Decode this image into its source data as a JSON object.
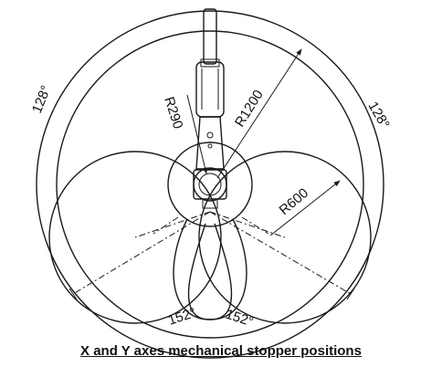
{
  "labels": {
    "r290": "R290",
    "r1200": "R1200",
    "r600": "R600",
    "angle_left_outer": "128°",
    "angle_right_outer": "128°",
    "angle_left_bottom": "152°",
    "angle_right_bottom": "152°"
  },
  "caption": "X and Y axes mechanical stopper positions"
}
